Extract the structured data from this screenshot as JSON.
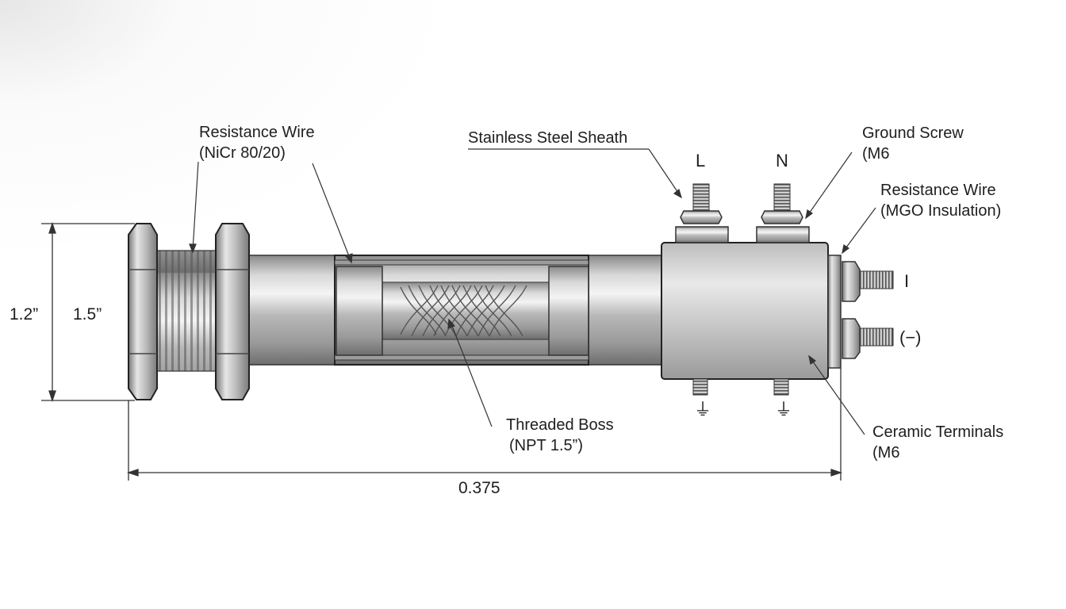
{
  "labels": {
    "resistance_wire_left": {
      "line1": "Resistance Wire",
      "line2": "(NiCr 80/20)"
    },
    "sheath": "Stainless Steel Sheath",
    "ground_screw": {
      "line1": "Ground Screw",
      "line2": "(M6"
    },
    "resistance_wire_right": {
      "line1": "Resistance Wire",
      "line2": "(MGO Insulation)"
    },
    "threaded_boss": {
      "line1": "Threaded Boss",
      "line2": "(NPT 1.5”)"
    },
    "ceramic_terminals": {
      "line1": "Ceramic Terminals",
      "line2": "(M6"
    }
  },
  "terminals": {
    "top_left": "L",
    "top_right": "N",
    "right_top": "I",
    "right_bottom": "(−)",
    "bottom_left": "⏚",
    "bottom_right": "⏚"
  },
  "dimensions": {
    "outer_height": "1.2”",
    "inner_height": "1.5”",
    "overall_length": "0.375"
  }
}
